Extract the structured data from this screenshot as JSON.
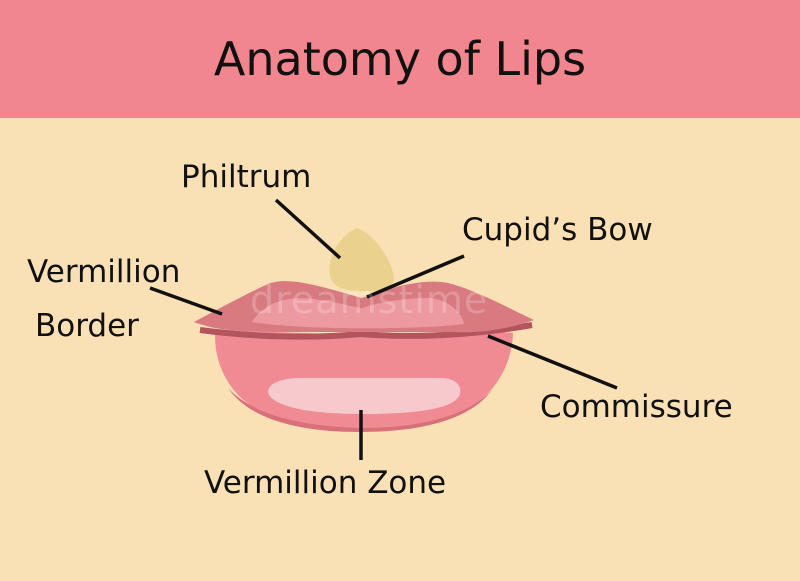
{
  "title": "Anatomy of Lips",
  "labels": {
    "philtrum": "Philtrum",
    "cupids_bow": "Cupid’s Bow",
    "vermillion_border_line1": "Vermillion",
    "vermillion_border_line2": "Border",
    "commissure": "Commissure",
    "vermillion_zone": "Vermillion Zone"
  },
  "watermark": "dreamstime",
  "colors": {
    "background": "#f9e1b5",
    "header": "#f2868e",
    "upper_lip": "#d87a80",
    "upper_lip_highlight": "#ec9aa0",
    "lower_lip": "#f08b93",
    "lower_lip_highlight": "#f6c9cc",
    "philtrum": "#ead18e",
    "line": "#111111"
  }
}
